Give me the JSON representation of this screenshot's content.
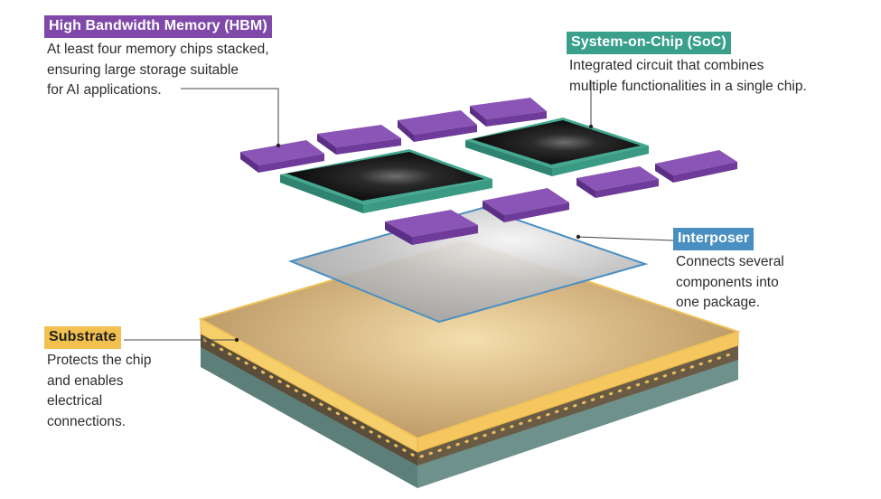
{
  "labels": {
    "hbm": {
      "title": "High Bandwidth Memory (HBM)",
      "description": "At least four memory chips stacked,\nensuring large storage suitable\nfor AI applications."
    },
    "soc": {
      "title": "System-on-Chip (SoC)",
      "description": "Integrated circuit that combines\nmultiple functionalities in a single chip."
    },
    "interposer": {
      "title": "Interposer",
      "description": "Connects several\ncomponents into\none package."
    },
    "substrate": {
      "title": "Substrate",
      "description": "Protects the chip\nand enables\nelectrical\nconnections."
    }
  },
  "colors": {
    "hbm": "#8048a8",
    "soc": "#3aa08c",
    "interposer": "#4a8fc2",
    "substrate": "#f2c04e"
  }
}
